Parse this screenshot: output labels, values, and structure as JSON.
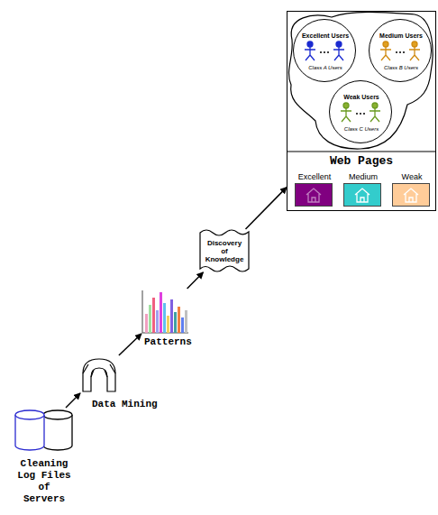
{
  "diagram": {
    "nodes": [
      {
        "text": [
          "Cleaning Log Files of Servers"
        ]
      },
      {
        "text": [
          "Data Mining"
        ]
      },
      {
        "text": [
          "Patterns"
        ]
      },
      {
        "text": [
          "Discovery of Knowledge"
        ]
      },
      {
        "text": [
          "Web Pages"
        ]
      },
      {
        "text": [
          "Excellent Users",
          "Class A Users"
        ],
        "in": 4
      },
      {
        "text": [
          "Medium Users",
          "Class B Users"
        ],
        "in": 4
      },
      {
        "text": [
          "Weak Users",
          "Class C Users"
        ],
        "in": 4
      },
      {
        "text": [
          "Excellent"
        ],
        "in": 4
      },
      {
        "text": [
          "Medium"
        ],
        "in": 4
      },
      {
        "text": [
          "Weak"
        ],
        "in": 4
      }
    ],
    "edges": [
      {
        "from": 0,
        "to": 1,
        "arrow": "to"
      },
      {
        "from": 1,
        "to": 2,
        "arrow": "to"
      },
      {
        "from": 2,
        "to": 3,
        "arrow": "to"
      },
      {
        "from": 3,
        "to": 4,
        "arrow": "to"
      }
    ]
  }
}
